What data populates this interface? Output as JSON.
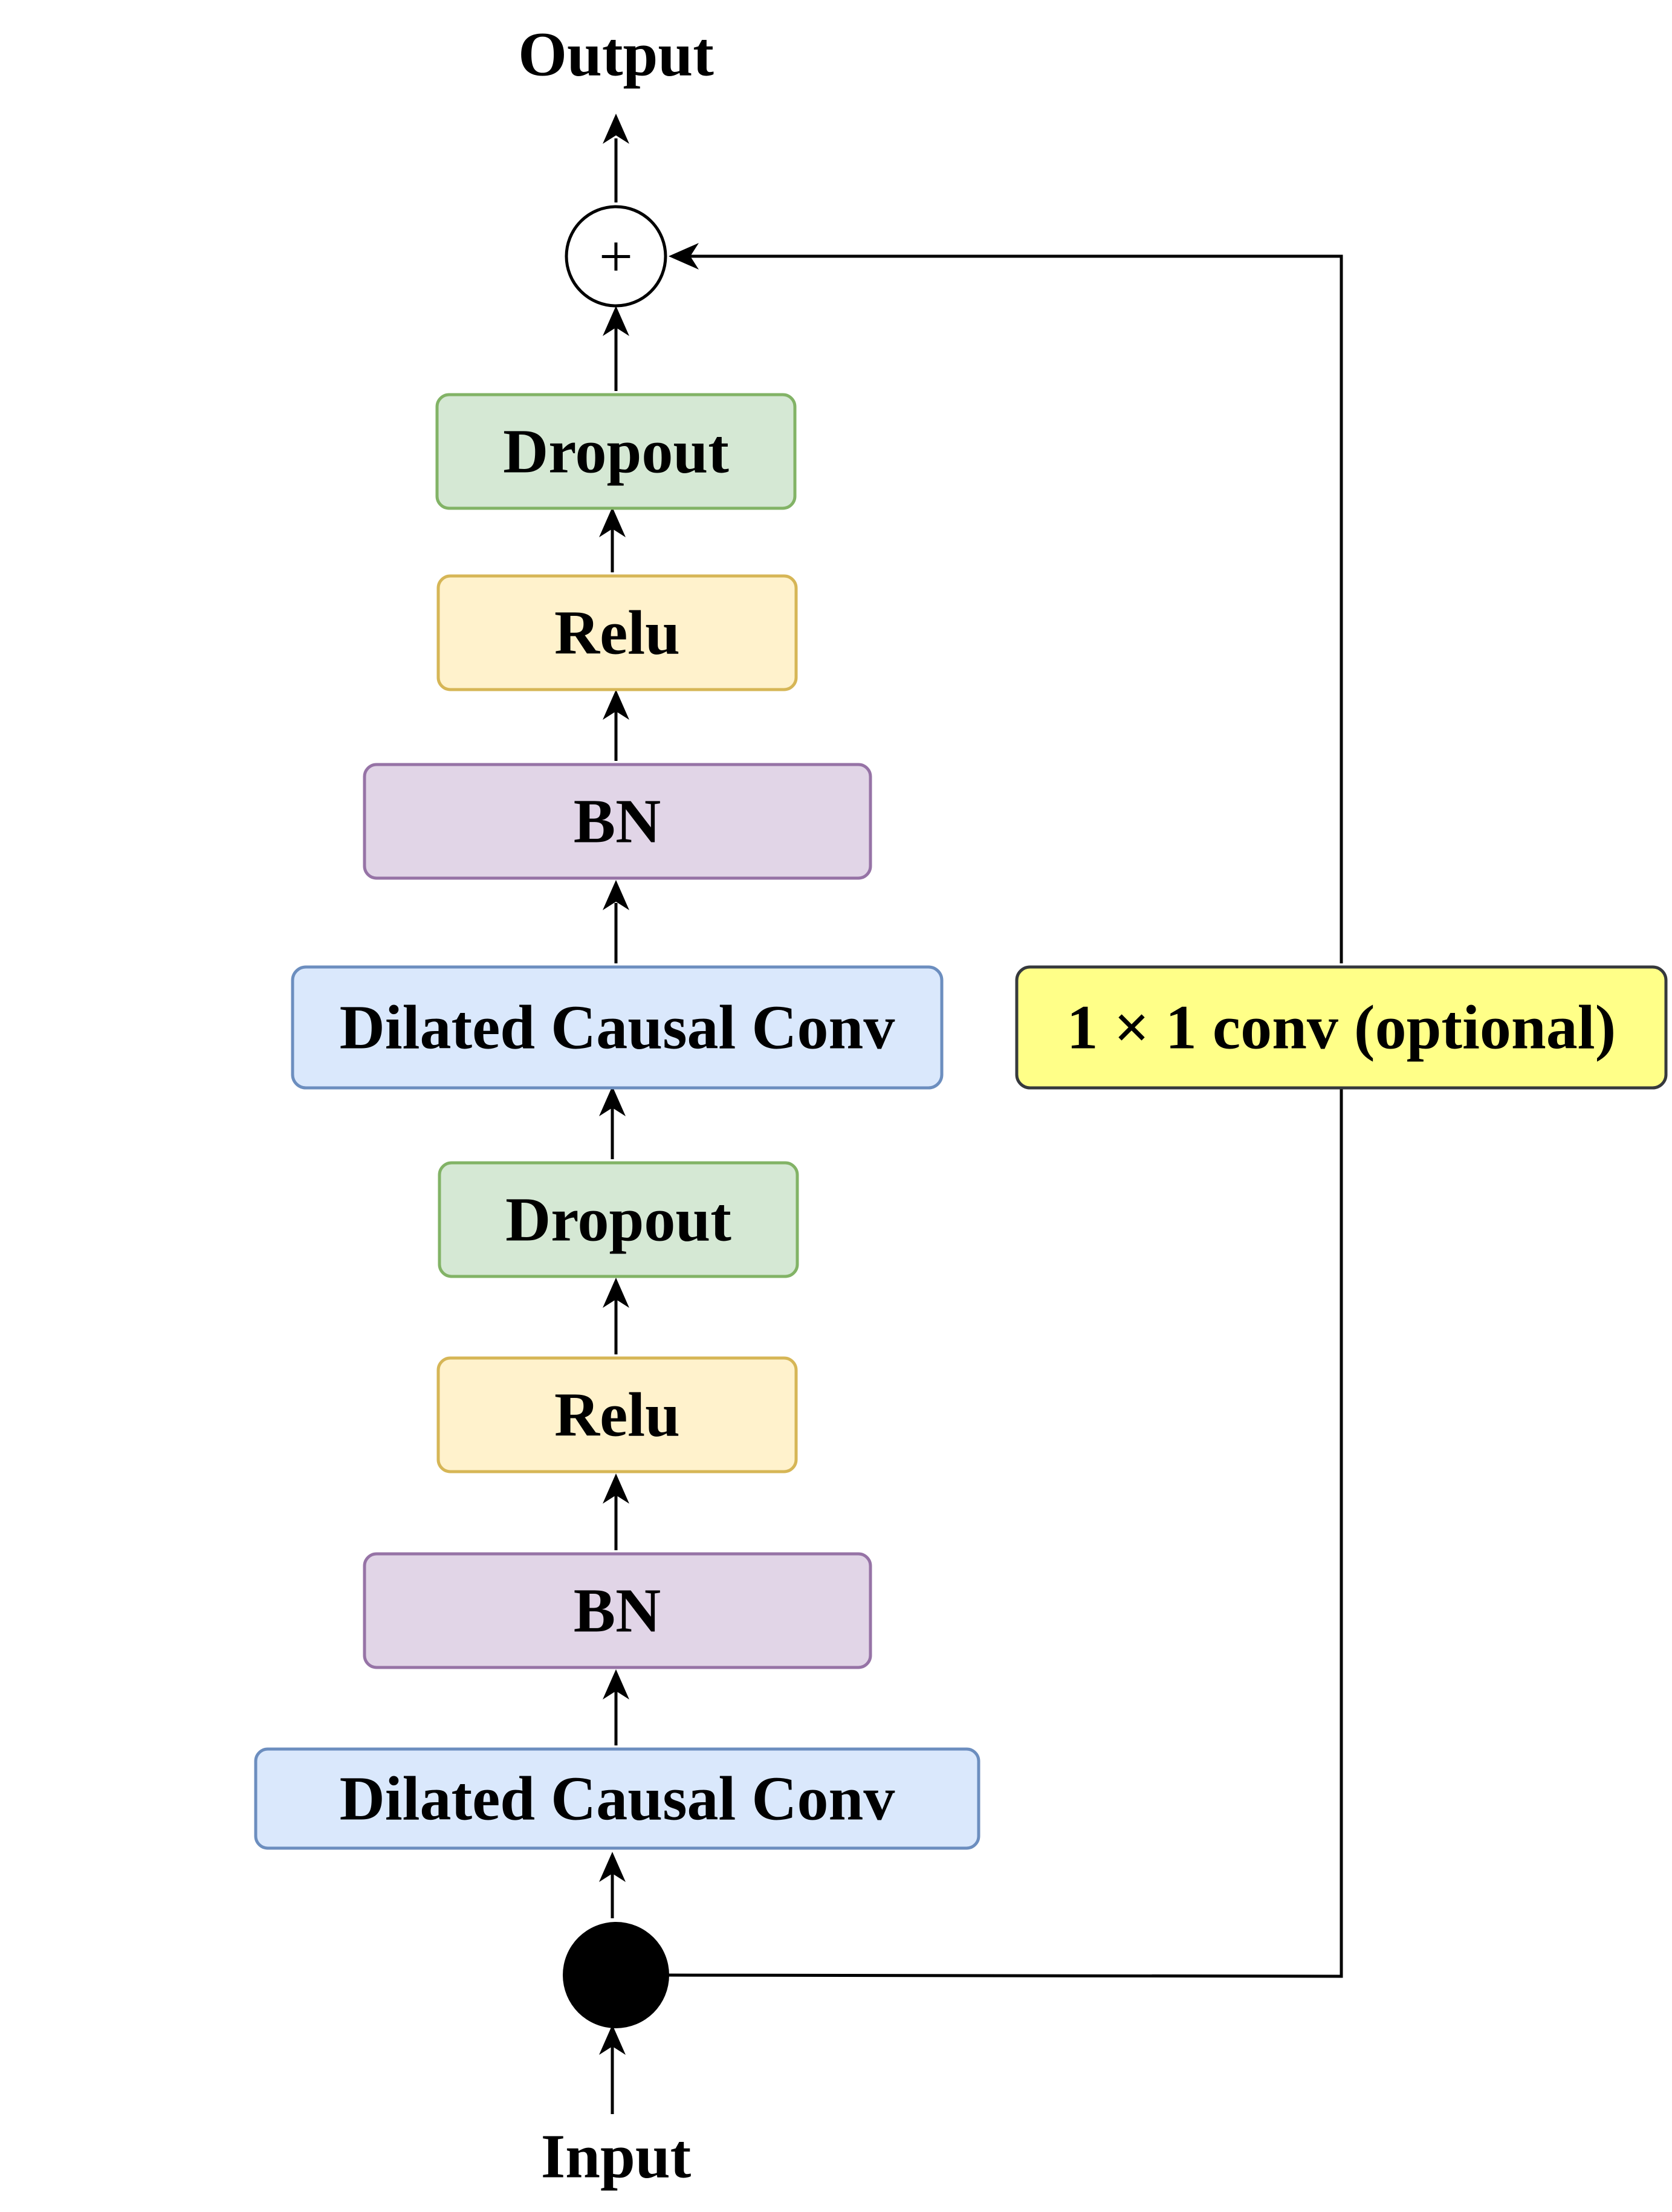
{
  "labels": {
    "output": "Output",
    "input": "Input",
    "plus_symbol": "+"
  },
  "blocks": {
    "dropout_top": "Dropout",
    "relu_top": "Relu",
    "bn_top": "BN",
    "conv_top": "Dilated Causal Conv",
    "dropout_bottom": "Dropout",
    "relu_bottom": "Relu",
    "bn_bottom": "BN",
    "conv_bottom": "Dilated Causal Conv",
    "skip_conv": "1 × 1 conv (optional)"
  },
  "colors": {
    "dropout_fill": "#d5e8d4",
    "dropout_stroke": "#82b366",
    "relu_fill": "#fff2cc",
    "relu_stroke": "#d6b656",
    "bn_fill": "#e1d5e7",
    "bn_stroke": "#9673a6",
    "conv_fill": "#dae8fc",
    "conv_stroke": "#6c8ebf",
    "skip_fill": "#ffff88",
    "skip_stroke": "#36393d",
    "line": "#000000"
  }
}
